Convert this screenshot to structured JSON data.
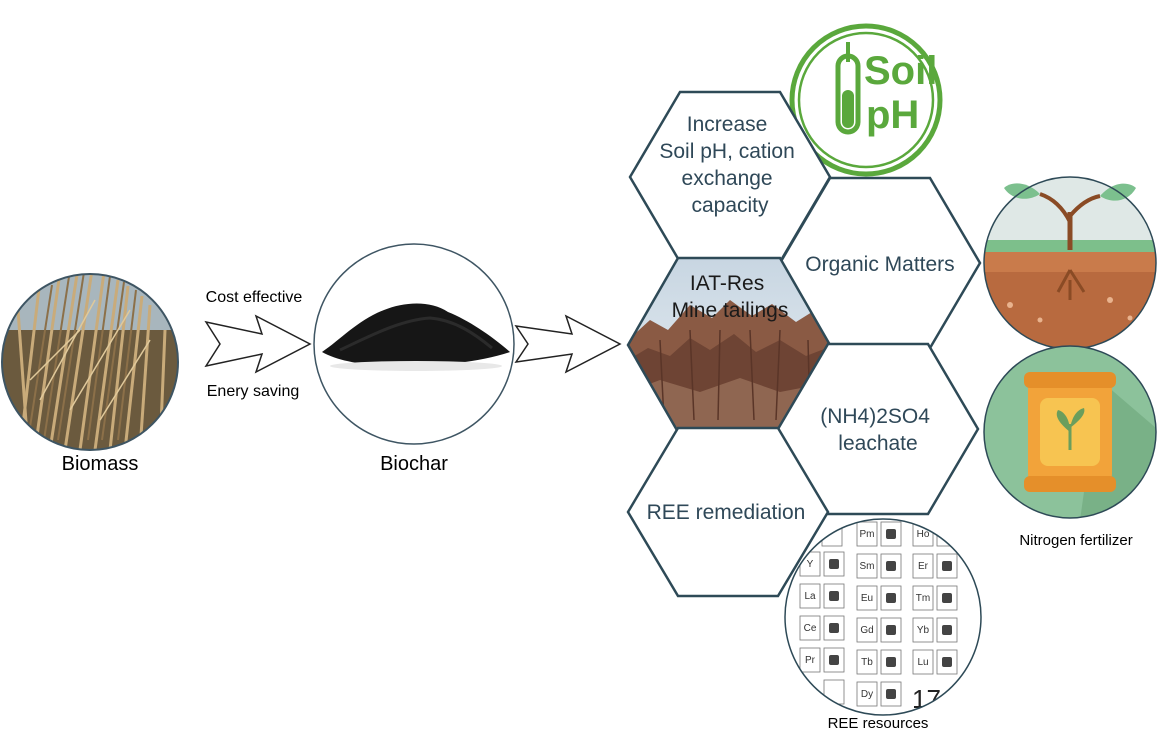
{
  "labels": {
    "biomass": "Biomass",
    "biochar": "Biochar",
    "cost_effective": "Cost effective",
    "energy_saving": "Enery saving",
    "nitrogen_fertilizer": "Nitrogen fertilizer",
    "ree_resources": "REE resources"
  },
  "hexagons": {
    "increase_ph": [
      "Increase",
      "Soil pH, cation",
      "exchange",
      "capacity"
    ],
    "iat_res": [
      "IAT-Res",
      "Mine tailings"
    ],
    "organic_matters": [
      "Organic Matters"
    ],
    "nh4_leachate": [
      "(NH4)2SO4",
      "leachate"
    ],
    "ree_remediation": [
      "REE remediation"
    ]
  },
  "soil_ph_badge": {
    "word1": "Soil",
    "word2": "pH"
  },
  "periodic_tiles": {
    "col1": [
      "Y",
      "La",
      "Ce",
      "Pr"
    ],
    "col2": [
      "Pm",
      "Sm",
      "Eu",
      "Gd",
      "Tb",
      "Dy"
    ],
    "col3": [
      "Ho",
      "Er",
      "Tm",
      "Yb",
      "Lu"
    ],
    "big_number": "17"
  },
  "colors": {
    "hex_stroke": "#2e4a57",
    "hex_text": "#2f4858",
    "ph_green": "#5aa83c",
    "circle_stroke": "#2e4a57"
  }
}
